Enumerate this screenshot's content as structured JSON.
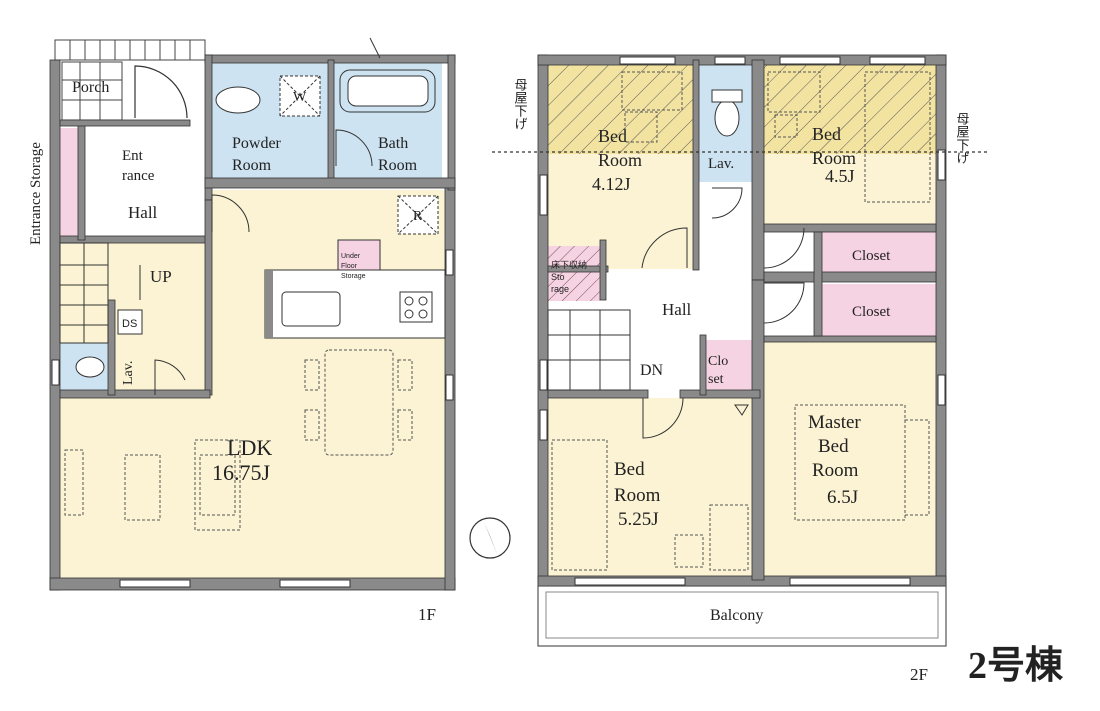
{
  "floor1": {
    "porch": "Porch",
    "entrance": "Ent rance",
    "entrance_storage": "Entrance Storage",
    "hall": "Hall",
    "stairs": "UP",
    "ds": "DS",
    "lav": "Lav.",
    "powder_room": "Powder Room",
    "bath_room": "Bath Room",
    "washer": "W",
    "fridge": "R",
    "underfloor_storage": "Under Floor Storage",
    "ldk": "LDK",
    "ldk_size": "16.75J",
    "floor_label": "1F"
  },
  "floor2": {
    "bedroom_a": "Bed Room",
    "bedroom_a_size": "4.12J",
    "bedroom_b": "Bed Room",
    "bedroom_b_size": "4.5J",
    "bedroom_c": "Bed Room",
    "bedroom_c_size": "5.25J",
    "master": "Master Bed Room",
    "master_size": "6.5J",
    "lav": "Lav.",
    "hall": "Hall",
    "stairs": "DN",
    "closet_top": "Closet",
    "closet_bottom": "Closet",
    "small_closet": "Clo set",
    "underfloor_storage": "床下収納 Sto rage",
    "roof_note_left": "母屋下げ",
    "roof_note_right": "母屋下げ",
    "balcony": "Balcony",
    "floor_label": "2F"
  },
  "building_label": "2号棟",
  "colors": {
    "wall": "#8a8a8a",
    "living": "#fbf3d3",
    "wet": "#cde3f1",
    "closet": "#f6d3e2",
    "hatch": "#e7cf6c"
  }
}
